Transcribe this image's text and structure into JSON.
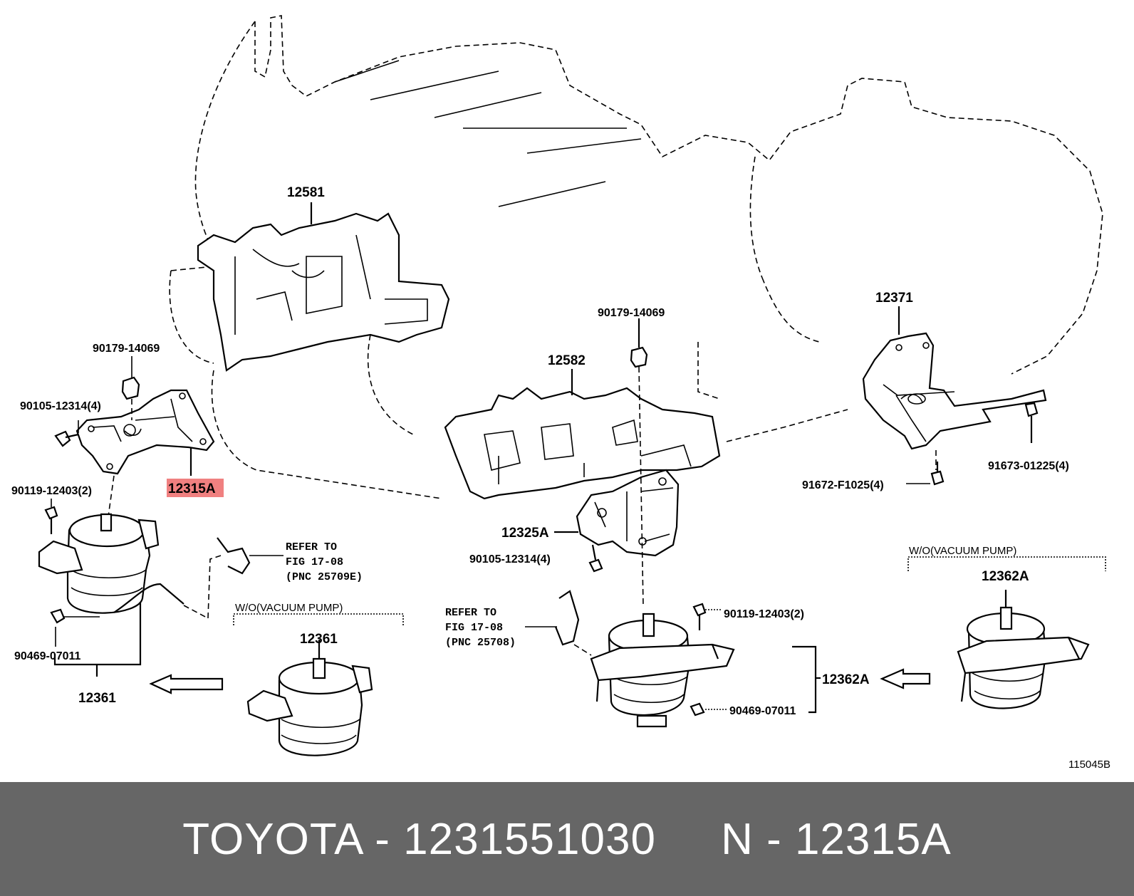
{
  "diagram": {
    "labels": {
      "p12581": "12581",
      "p12582": "12582",
      "p12371": "12371",
      "p90179_left": "90179-14069",
      "p90179_mid": "90179-14069",
      "p90105_left": "90105-12314(4)",
      "p90105_mid": "90105-12314(4)",
      "p12315a": "12315A",
      "p90119_left": "90119-12403(2)",
      "p90119_right": "90119-12403(2)",
      "p90469_left": "90469-07011",
      "p90469_right": "90469-07011",
      "p12361_a": "12361",
      "p12361_b": "12361",
      "p12325a": "12325A",
      "p12362a_a": "12362A",
      "p12362a_b": "12362A",
      "p91673": "91673-01225(4)",
      "p91672": "91672-F1025(4)"
    },
    "refer_left": {
      "line1": "REFER TO",
      "line2": "FIG 17-08",
      "line3": "(PNC 25709E)"
    },
    "refer_mid": {
      "line1": "REFER TO",
      "line2": "FIG 17-08",
      "line3": "(PNC 25708)"
    },
    "condition_left": "W/O(VACUUM PUMP)",
    "condition_right": "W/O(VACUUM PUMP)",
    "figure_id": "115045B",
    "highlight_color": "#f08080"
  },
  "footer": {
    "text": "TOYOTA - 1231551030     N - 12315A",
    "bg_color": "#666666",
    "text_color": "#ffffff"
  }
}
